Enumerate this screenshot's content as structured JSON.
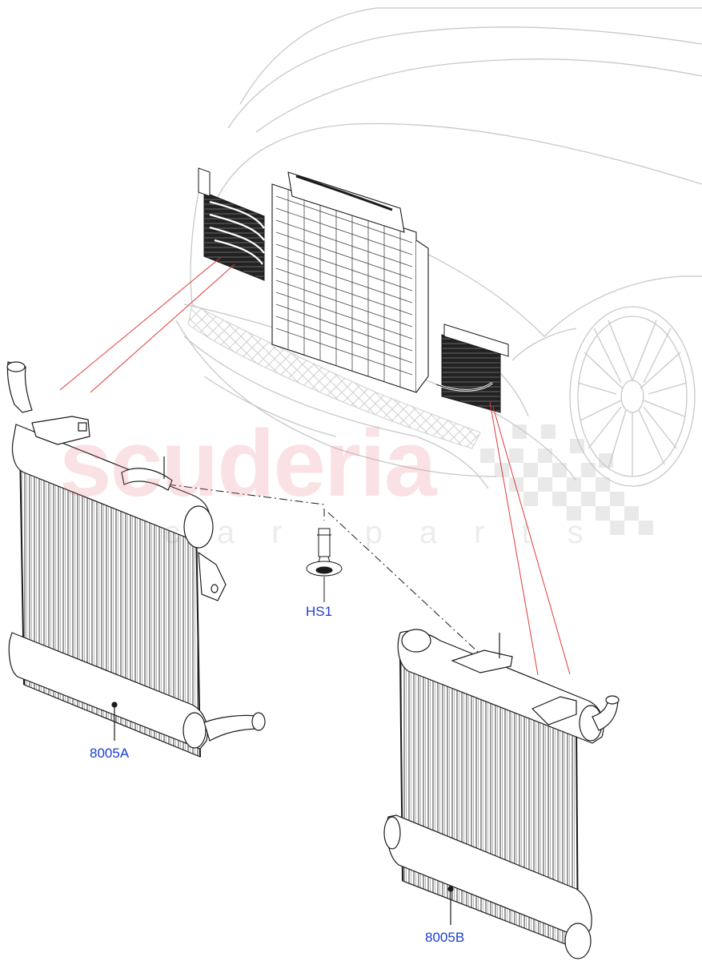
{
  "watermark": {
    "brand": "scuderia",
    "subtitle": "car parts",
    "color": "#e6787f"
  },
  "callouts": [
    {
      "id": "HS1",
      "label": "HS1"
    },
    {
      "id": "8005A",
      "label": "8005A"
    },
    {
      "id": "8005B",
      "label": "8005B"
    }
  ],
  "colors": {
    "callout_text": "#1a3fd0",
    "leader_line": "#e23a3a",
    "line_art": "#1a1a1a",
    "car_outline": "#c8c8c8"
  }
}
